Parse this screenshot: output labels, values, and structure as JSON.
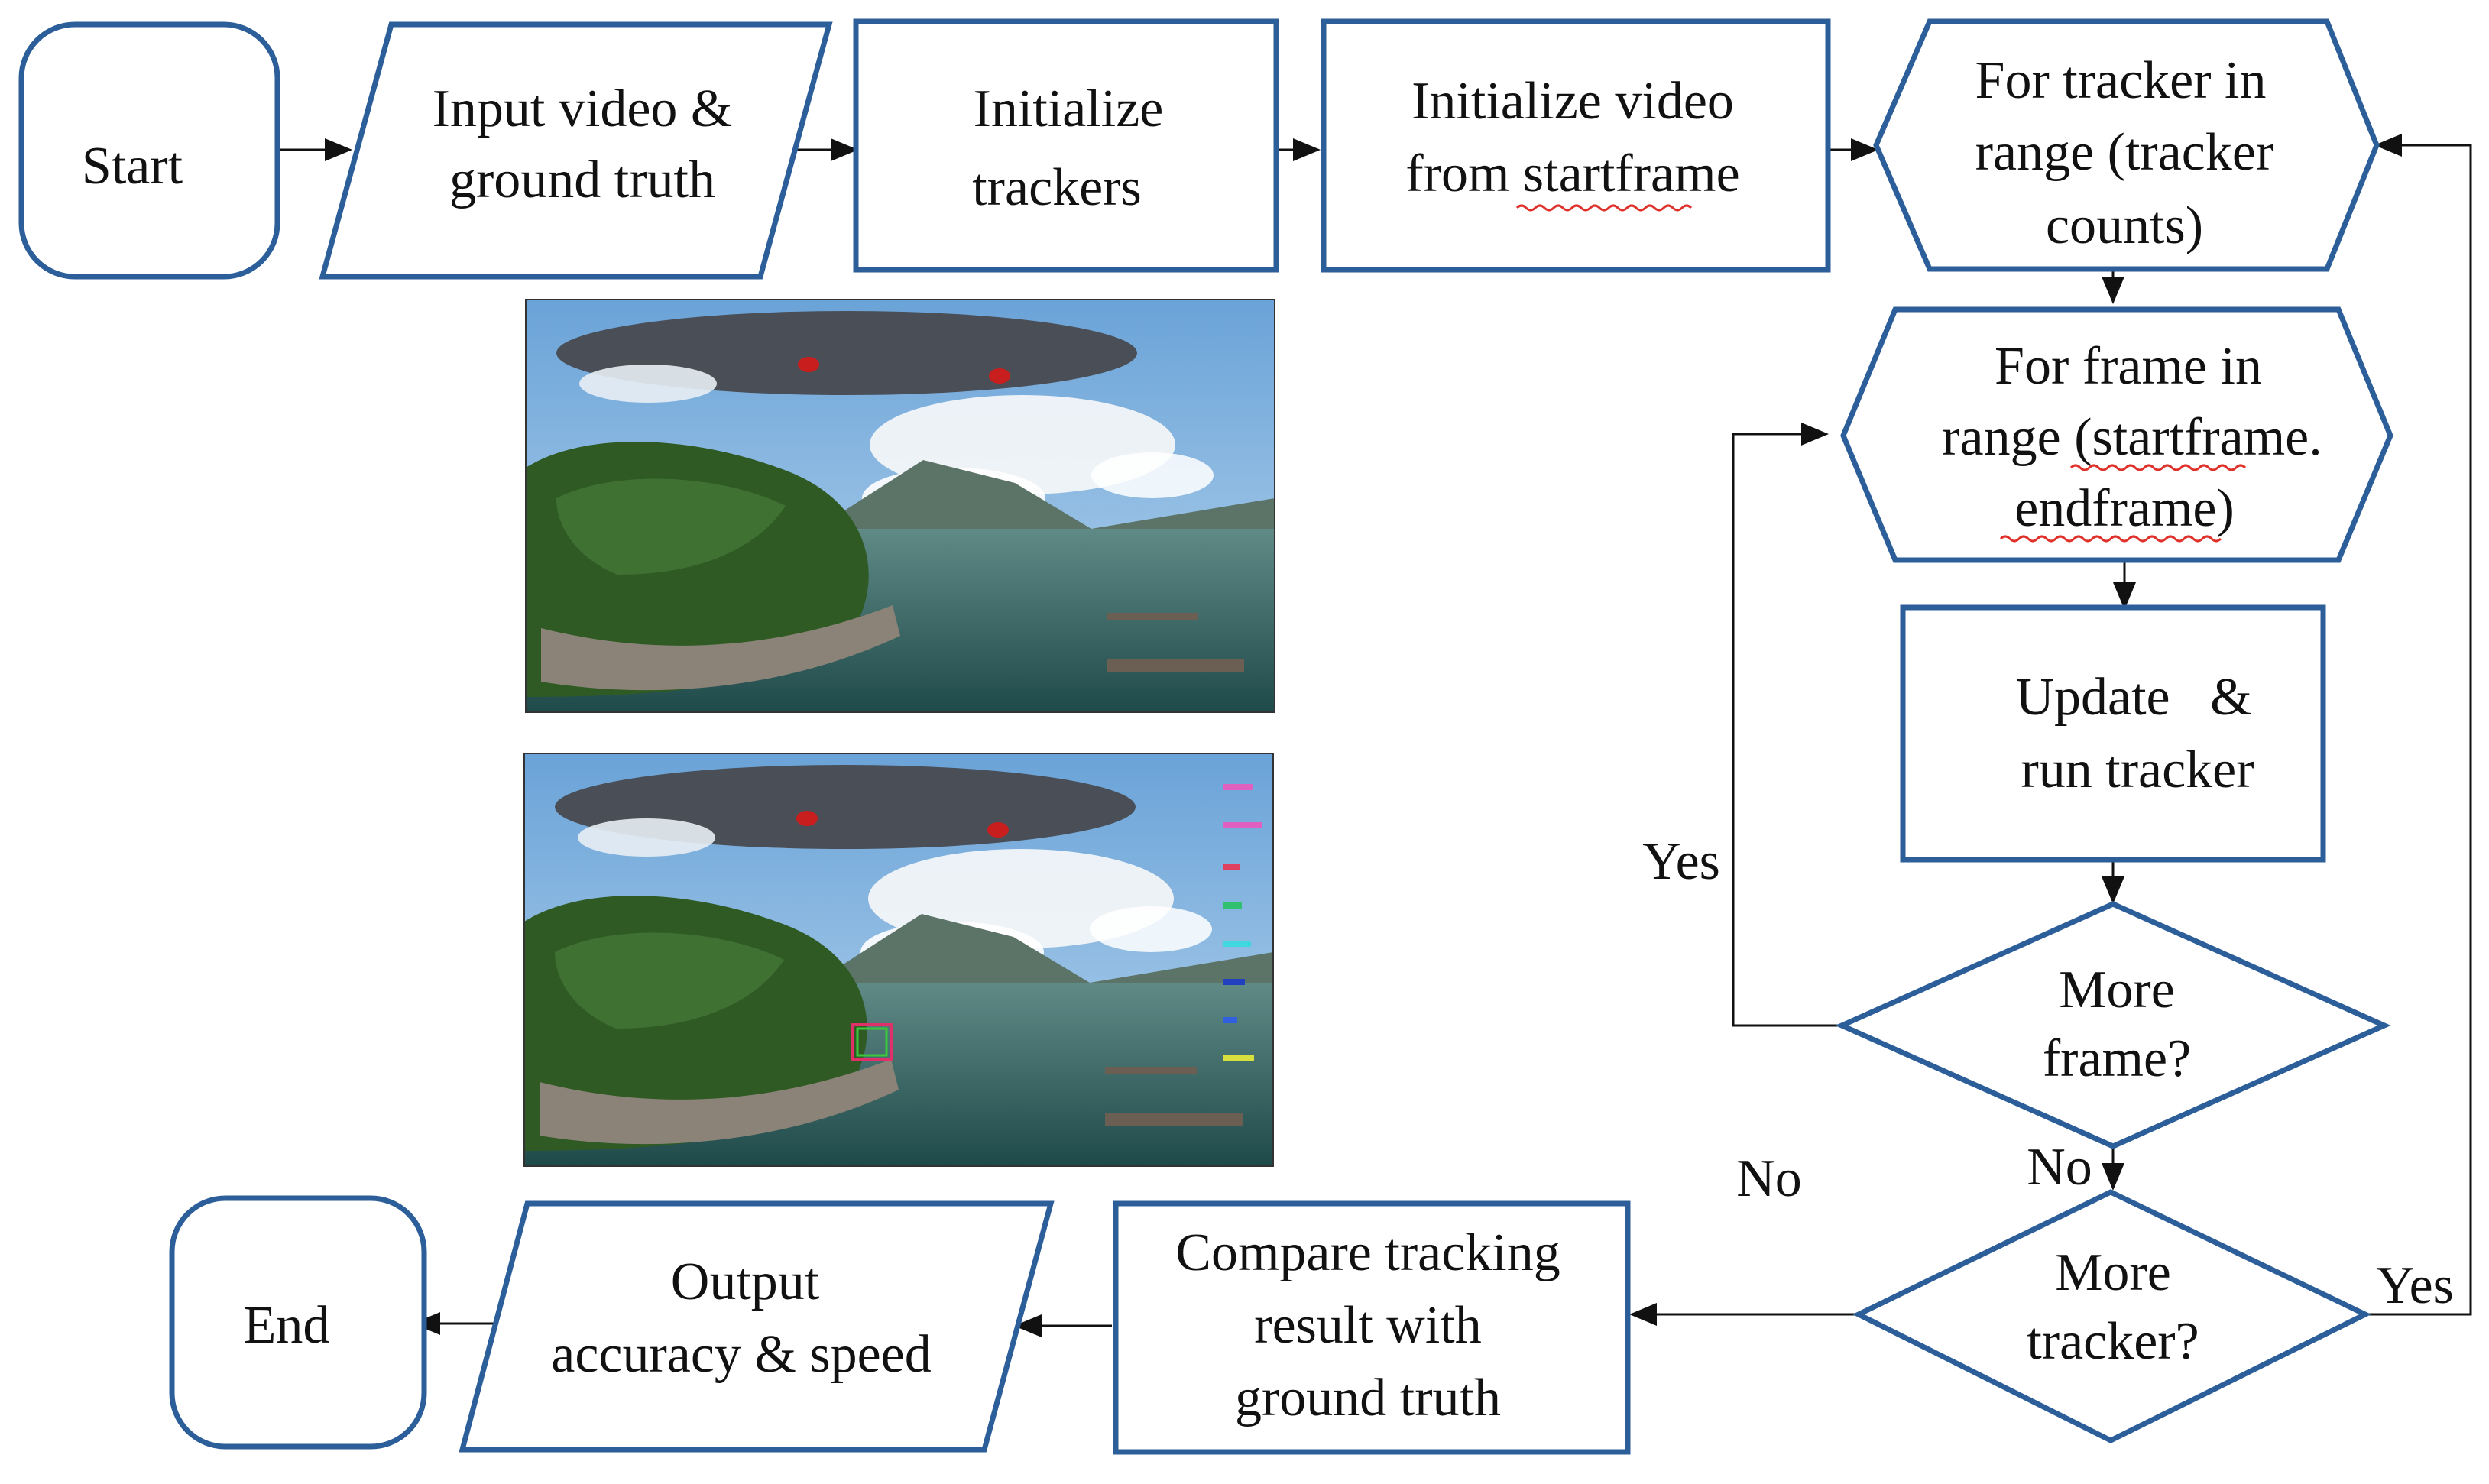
{
  "nodes": {
    "start": "Start",
    "input": [
      "Input video &",
      "ground truth"
    ],
    "init_trackers": [
      "Initialize",
      "trackers"
    ],
    "init_video": [
      "Initialize video",
      "from startframe"
    ],
    "loop_tracker": [
      "For tracker in",
      "range (tracker",
      "counts)"
    ],
    "loop_frame": [
      "For frame in",
      "range (startframe.",
      "endframe)"
    ],
    "update": [
      "Update   &",
      "run tracker"
    ],
    "more_frame": [
      "More",
      "frame?"
    ],
    "more_tracker": [
      "More",
      "tracker?"
    ],
    "compare": [
      "Compare tracking",
      "result with",
      "ground truth"
    ],
    "output": [
      "Output",
      "accuracy & speed"
    ],
    "end": "End"
  },
  "edge_labels": {
    "yes_frame": "Yes",
    "no_frame": "No",
    "no_tracker": "No",
    "yes_tracker": "Yes"
  },
  "colors": {
    "shape_stroke": "#2c5e9a",
    "line": "#111111"
  },
  "images": {
    "top": "360-degree drone video frame of a lake and forested hill",
    "bottom": "360-degree drone video frame with tracker bounding boxes and legend"
  }
}
